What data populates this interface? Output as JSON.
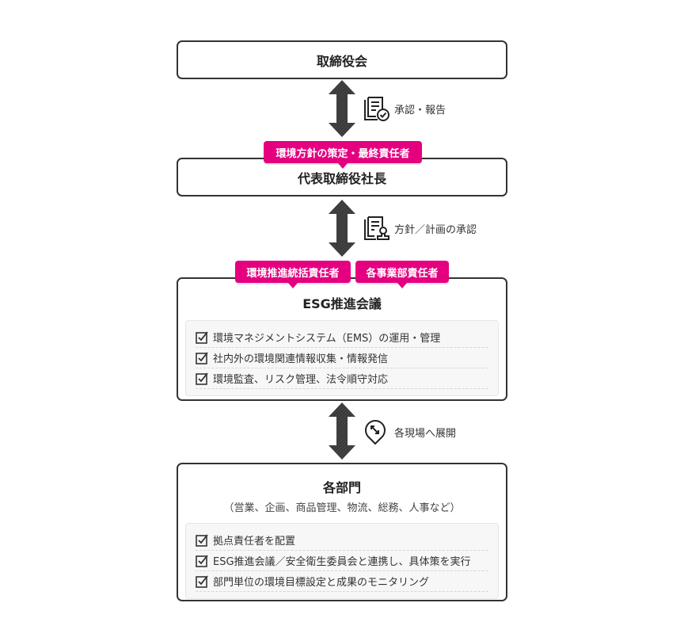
{
  "nodes": {
    "board": {
      "title": "取締役会"
    },
    "president": {
      "title": "代表取締役社長"
    },
    "esg_council": {
      "title": "ESG推進会議",
      "items": [
        "環境マネジメントシステム（EMS）の運用・管理",
        "社内外の環境関連情報収集・情報発信",
        "環境監査、リスク管理、法令順守対応"
      ]
    },
    "departments": {
      "title": "各部門",
      "subtitle": "（営業、企画、商品管理、物流、総務、人事など）",
      "items": [
        "拠点責任者を配置",
        "ESG推進会議／安全衛生委員会と連携し、具体策を実行",
        "部門単位の環境目標設定と成果のモニタリング"
      ]
    }
  },
  "connectors": [
    {
      "icon": "document-check-icon",
      "label": "承認・報告"
    },
    {
      "icon": "document-stamp-icon",
      "label": "方針／計画の承認"
    },
    {
      "icon": "map-pin-expand-icon",
      "label": "各現場へ展開"
    }
  ],
  "tags": {
    "president_role": "環境方針の策定・最終責任者",
    "env_lead": "環境推進統括責任者",
    "division_lead": "各事業部責任者"
  },
  "colors": {
    "accent": "#e4007f",
    "border": "#333333",
    "arrow": "#3a3a3a",
    "checklist_bg": "#f7f7f7"
  }
}
